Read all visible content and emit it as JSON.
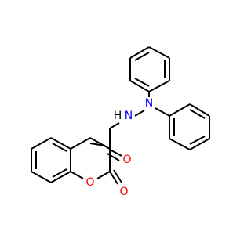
{
  "molecule": {
    "colors": {
      "bond": "#000000",
      "oxygen": "#ff0000",
      "nitrogen": "#0000ff",
      "background": "#ffffff"
    },
    "atoms": {
      "carbonyl_oxygen": "O",
      "ring_oxygen": "O",
      "lactone_oxygen": "O",
      "hydrazide_nh": "H",
      "hydrazide_n1": "N",
      "hydrazide_n2": "N"
    }
  }
}
